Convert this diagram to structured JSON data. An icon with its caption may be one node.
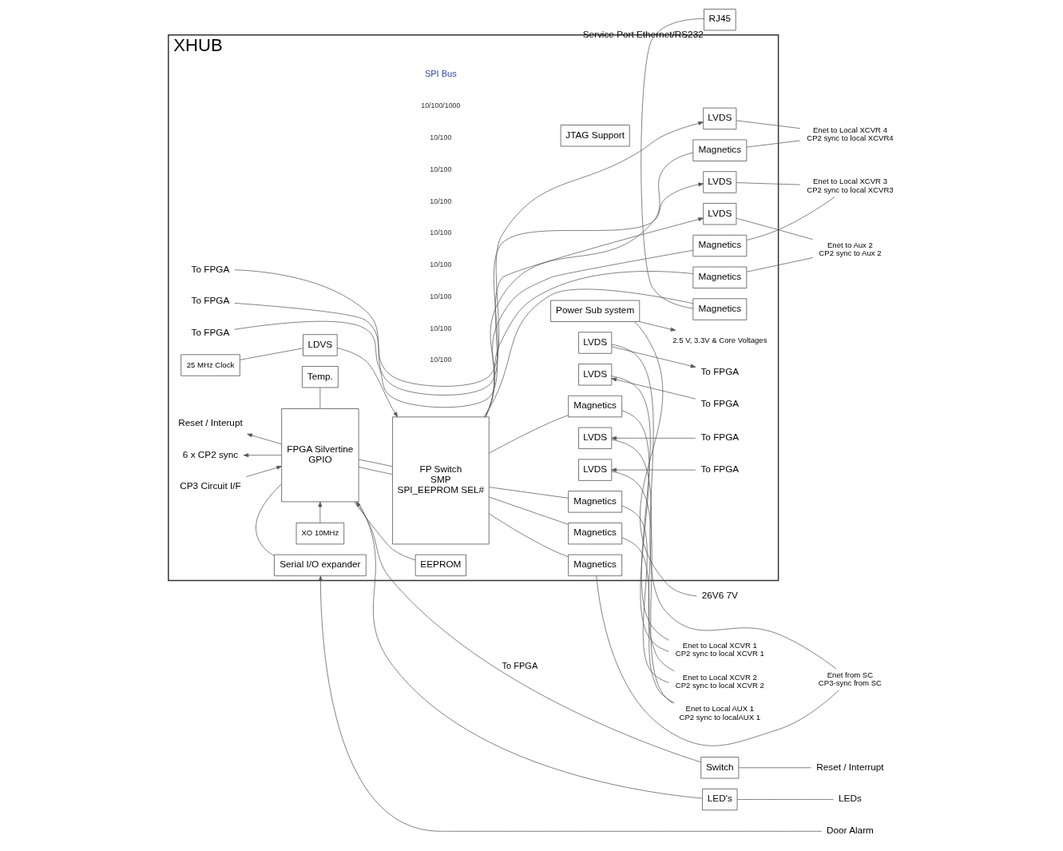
{
  "diagram": {
    "nodes": [
      {
        "text": [
          "XHUB"
        ]
      },
      {
        "text": [
          "LED's"
        ]
      },
      {
        "text": [
          "Switch"
        ]
      },
      {
        "text": [
          "FPGA Silvertine",
          "GPIO"
        ],
        "in": 0
      },
      {
        "text": [
          "EEPROM"
        ],
        "in": 0
      },
      {
        "text": [
          "XO 10MHz"
        ],
        "in": 0
      },
      {
        "text": [
          "Temp."
        ],
        "in": 0
      },
      {
        "text": [
          "Serial I/O expander"
        ],
        "in": 0
      },
      {
        "text": [
          "JTAG Support"
        ],
        "in": 0
      },
      {
        "text": [
          "Power Sub system"
        ],
        "in": 0
      },
      {
        "text": [
          "FP Switch",
          "SMP",
          "SPI_EEPROM SEL#"
        ],
        "in": 0
      },
      {
        "text": [
          "LDVS"
        ],
        "in": 0
      },
      {
        "text": [
          "25 MHz Clock"
        ],
        "in": 0
      },
      {
        "text": [
          "Magnetics"
        ],
        "in": 0
      },
      {
        "text": [
          "LVDS"
        ],
        "in": 0
      },
      {
        "text": [
          "Magnetics"
        ],
        "in": 0
      },
      {
        "text": [
          "LVDS"
        ],
        "in": 0
      },
      {
        "text": [
          "Magnetics"
        ],
        "in": 0
      },
      {
        "text": [
          "LVDS"
        ],
        "in": 0
      },
      {
        "text": [
          "Magnetics"
        ],
        "in": 0
      },
      {
        "text": [
          "LVDS"
        ],
        "in": 0
      },
      {
        "text": [
          "Magnetics"
        ],
        "in": 0
      },
      {
        "text": [
          "LVDS"
        ],
        "in": 0
      },
      {
        "text": [
          "Magnetics"
        ],
        "in": 0
      },
      {
        "text": [
          "LVDS"
        ],
        "in": 0
      },
      {
        "text": [
          "Magnetics"
        ],
        "in": 0
      },
      {
        "text": [
          "LVDS"
        ],
        "in": 0
      },
      {
        "text": [
          "Magnetics"
        ],
        "in": 0
      },
      {
        "text": [
          "RJ45"
        ],
        "beside": [
          "Service Port Ethernet/RS232"
        ]
      },
      {
        "text": [
          "LEDs"
        ]
      },
      {
        "text": [
          "Reset / Interrupt"
        ]
      },
      {
        "text": [
          "Door Alarm"
        ]
      },
      {
        "text": [
          "26V6 7V"
        ]
      },
      {
        "text": [
          "Reset / Interupt"
        ],
        "in": 0
      },
      {
        "text": [
          "6 x CP2 sync"
        ],
        "in": 0
      },
      {
        "text": [
          "CP3 Circuit I/F"
        ],
        "in": 0
      },
      {
        "text": [
          "2.5 V, 3.3V & Core Voltages"
        ],
        "in": 0
      },
      {
        "text": [
          "To FPGA"
        ],
        "in": 0
      },
      {
        "text": [
          "To FPGA"
        ],
        "in": 0
      },
      {
        "text": [
          "To FPGA"
        ],
        "in": 0
      },
      {
        "text": [
          "To FPGA"
        ],
        "in": 0
      },
      {
        "text": [
          "To FPGA"
        ],
        "in": 0
      },
      {
        "text": [
          "To FPGA"
        ],
        "in": 0
      },
      {
        "text": [
          "To FPGA"
        ],
        "in": 0
      },
      {
        "text": [
          "Enet from SC",
          "CP3-sync from SC"
        ]
      },
      {
        "text": [
          "Enet to Local XCVR 1",
          "CP2 sync to local XCVR 1"
        ]
      },
      {
        "text": [
          "Enet to Local XCVR 2",
          "CP2 sync to local XCVR 2"
        ]
      },
      {
        "text": [
          "Enet to Local AUX 1",
          "CP2 sync to localAUX 1"
        ]
      },
      {
        "text": [
          "Enet to Local XCVR 4",
          "CP2 sync to local XCVR4"
        ]
      },
      {
        "text": [
          "Enet to Local XCVR 3",
          "CP2 sync to local XCVR3"
        ]
      },
      {
        "text": [
          "Enet to Aux 2",
          "CP2 sync to Aux 2"
        ]
      }
    ],
    "edges": [
      {
        "from": 3,
        "to": 1,
        "arrow": "none"
      },
      {
        "from": 1,
        "to": 29,
        "arrow": "none"
      },
      {
        "from": 2,
        "to": 30,
        "arrow": "none"
      },
      {
        "from": 2,
        "to": 3,
        "arrow": "to",
        "label": "To FPGA"
      },
      {
        "from": 3,
        "to": 33,
        "arrow": "to"
      },
      {
        "from": 3,
        "to": 34,
        "arrow": "to"
      },
      {
        "from": 35,
        "to": 3,
        "arrow": "to"
      },
      {
        "from": 5,
        "to": 3,
        "arrow": "to"
      },
      {
        "from": 3,
        "to": 4,
        "arrow": "none"
      },
      {
        "from": 3,
        "to": 6,
        "arrow": "none"
      },
      {
        "from": 3,
        "to": 7,
        "arrow": "none"
      },
      {
        "from": 3,
        "to": 10,
        "arrow": "none"
      },
      {
        "from": 3,
        "to": 10,
        "arrow": "none"
      },
      {
        "from": 31,
        "to": 7,
        "arrow": "to"
      },
      {
        "from": 32,
        "to": 9,
        "arrow": "none"
      },
      {
        "from": 9,
        "to": 36,
        "arrow": "to"
      },
      {
        "from": 11,
        "to": 10,
        "arrow": "to"
      },
      {
        "from": 12,
        "to": 11,
        "arrow": "none"
      },
      {
        "from": 10,
        "to": 13,
        "arrow": "none"
      },
      {
        "from": 13,
        "to": 44,
        "arrow": "none"
      },
      {
        "from": 14,
        "to": 44,
        "arrow": "none"
      },
      {
        "from": 14,
        "to": 37,
        "arrow": "to"
      },
      {
        "from": 10,
        "to": 15,
        "arrow": "none"
      },
      {
        "from": 38,
        "to": 16,
        "arrow": "to"
      },
      {
        "from": 15,
        "to": 45,
        "arrow": "none"
      },
      {
        "from": 16,
        "to": 45,
        "arrow": "none"
      },
      {
        "from": 10,
        "to": 17,
        "arrow": "none"
      },
      {
        "from": 39,
        "to": 18,
        "arrow": "to"
      },
      {
        "from": 17,
        "to": 46,
        "arrow": "none"
      },
      {
        "from": 18,
        "to": 46,
        "arrow": "none"
      },
      {
        "from": 10,
        "to": 19,
        "arrow": "none"
      },
      {
        "from": 40,
        "to": 20,
        "arrow": "to"
      },
      {
        "from": 19,
        "to": 47,
        "arrow": "none"
      },
      {
        "from": 20,
        "to": 47,
        "arrow": "none"
      },
      {
        "from": 10,
        "to": 21,
        "arrow": "none"
      },
      {
        "from": 41,
        "to": 22,
        "arrow": "to"
      },
      {
        "from": 21,
        "to": 48,
        "arrow": "none"
      },
      {
        "from": 22,
        "to": 48,
        "arrow": "none"
      },
      {
        "from": 10,
        "to": 23,
        "arrow": "none"
      },
      {
        "from": 42,
        "to": 24,
        "arrow": "to"
      },
      {
        "from": 23,
        "to": 49,
        "arrow": "none"
      },
      {
        "from": 24,
        "to": 49,
        "arrow": "none"
      },
      {
        "from": 10,
        "to": 25,
        "arrow": "none"
      },
      {
        "from": 43,
        "to": 26,
        "arrow": "to"
      },
      {
        "from": 25,
        "to": 50,
        "arrow": "none"
      },
      {
        "from": 26,
        "to": 50,
        "arrow": "none"
      },
      {
        "from": 10,
        "to": 27,
        "arrow": "none"
      },
      {
        "from": 27,
        "to": 28,
        "arrow": "none"
      }
    ],
    "labels": [
      "SPI Bus",
      "10/100/1000",
      "10/100",
      "10/100",
      "10/100",
      "10/100",
      "10/100",
      "10/100",
      "10/100",
      "10/100"
    ]
  }
}
